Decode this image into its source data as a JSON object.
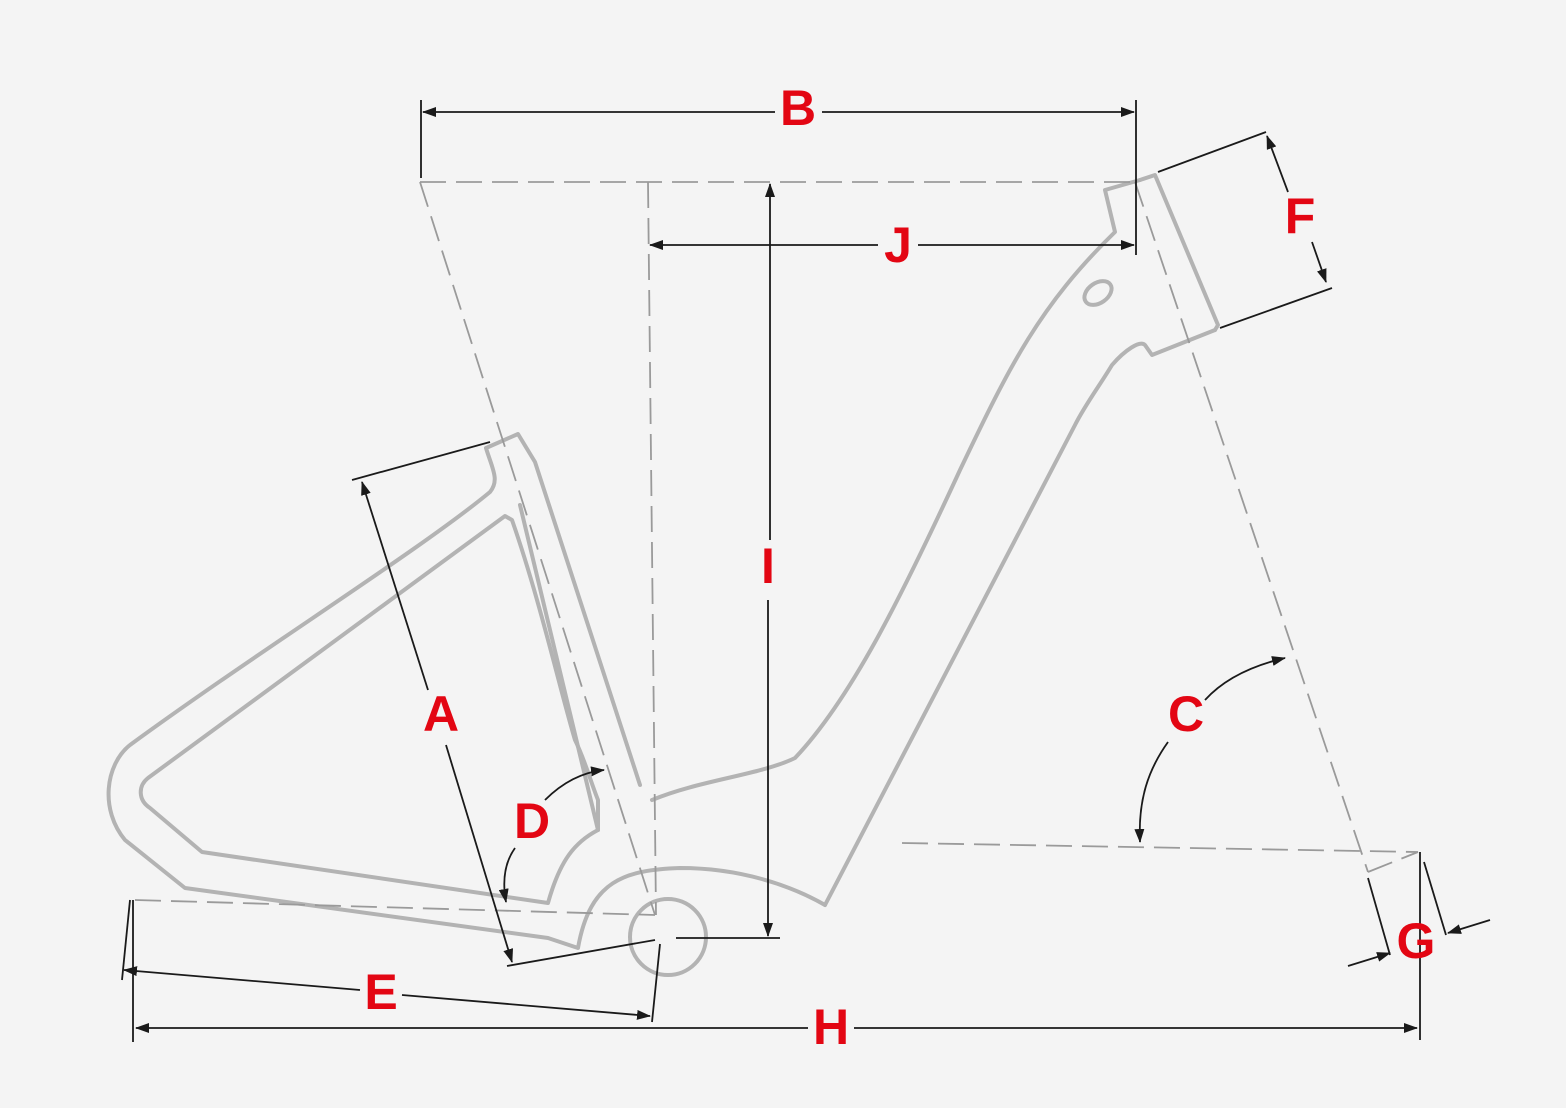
{
  "colors": {
    "background": "#f4f4f4",
    "frame": "#b3b3b3",
    "reference": "#9a9a9a",
    "dimension": "#1a1a1a",
    "label": "#e30613"
  },
  "labels": {
    "A": "A",
    "B": "B",
    "C": "C",
    "D": "D",
    "E": "E",
    "F": "F",
    "G": "G",
    "H": "H",
    "I": "I",
    "J": "J"
  }
}
